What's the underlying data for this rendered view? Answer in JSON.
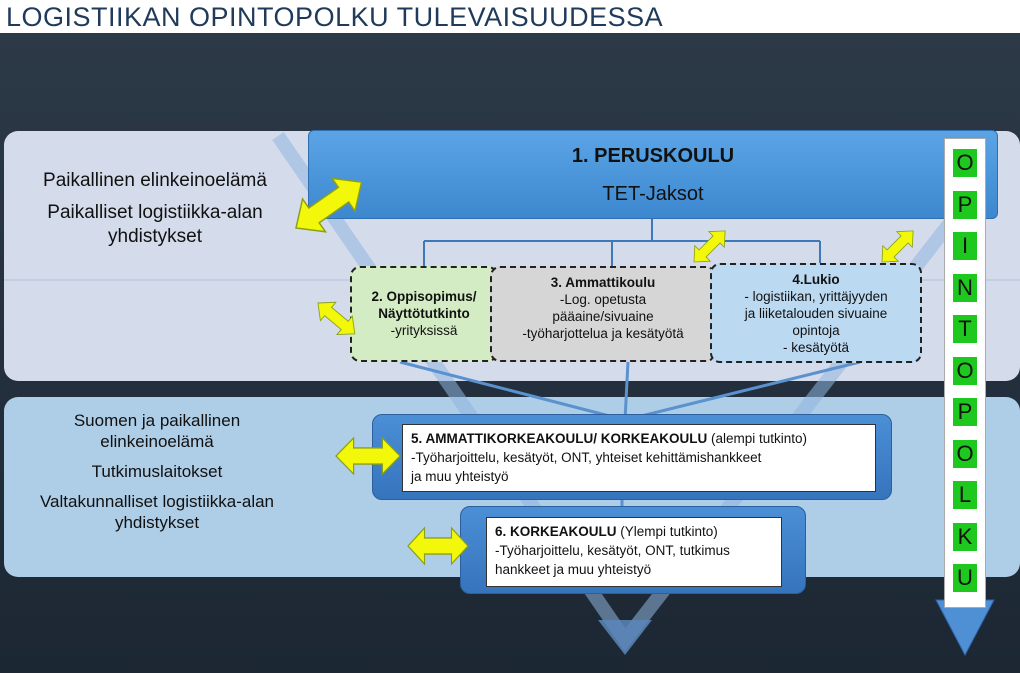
{
  "title": "LOGISTIIKAN OPINTOPOLKU TULEVAISUUDESSA",
  "left_top": {
    "line1": "Paikallinen elinkeinoelämä",
    "line2": "Paikalliset logistiikka-alan",
    "line3": "yhdistykset"
  },
  "left_bottom": {
    "line1": "Suomen ja paikallinen",
    "line2": "elinkeinoelämä",
    "line3": "Tutkimuslaitokset",
    "line4": "Valtakunnalliset logistiikka-alan",
    "line5": "yhdistykset"
  },
  "peruskoulu": {
    "title": "1. PERUSKOULU",
    "subtitle": "TET-Jaksot"
  },
  "oppisopimus": {
    "title1": "2. Oppisopimus/",
    "title2": "Näyttötutkinto",
    "text": "-yrityksissä"
  },
  "ammattikoulu": {
    "title": "3. Ammattikoulu",
    "line1": "-Log. opetusta",
    "line2": "pääaine/sivuaine",
    "line3": "-työharjottelua ja kesätyötä"
  },
  "lukio": {
    "title": "4.Lukio",
    "line1": "- logistiikan, yrittäjyyden",
    "line2": "ja liiketalouden sivuaine",
    "line3": "opintoja",
    "line4": "- kesätyötä"
  },
  "amk": {
    "title": "5. AMMATTIKORKEAKOULU/ KORKEAKOULU",
    "title_suffix": " (alempi tutkinto)",
    "line1": "-Työharjoittelu, kesätyöt, ONT, yhteiset kehittämishankkeet",
    "line2": "ja muu yhteistyö"
  },
  "korkeakoulu": {
    "title": "6. KORKEAKOULU",
    "title_suffix": " (Ylempi tutkinto)",
    "line1": "-Työharjoittelu, kesätyöt, ONT, tutkimus",
    "line2": "hankkeet ja muu yhteistyö"
  },
  "opintopolku_letters": [
    "O",
    "P",
    "I",
    "N",
    "T",
    "O",
    "P",
    "O",
    "L",
    "K",
    "U"
  ],
  "colors": {
    "dark_bg": "#25313e",
    "peruskoulu": "#4a95dc",
    "oppisopimus": "#d4ecc4",
    "ammattikoulu": "#d6d6d6",
    "lukio": "#bcd9f2",
    "arrow_fill": "#f3f70a",
    "letter_bg": "#1ec81e"
  }
}
